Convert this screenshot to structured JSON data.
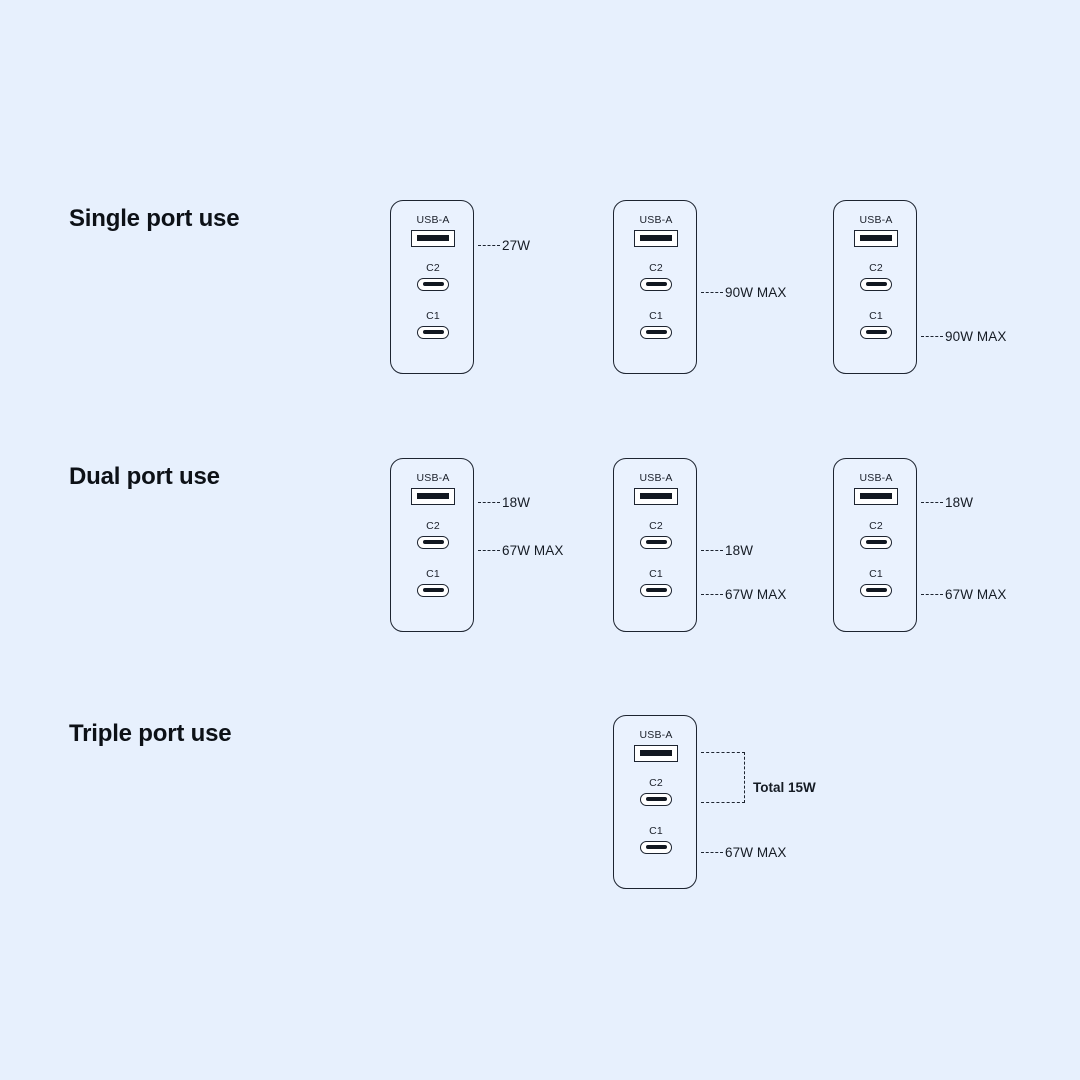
{
  "page": {
    "background_color": "#e7f0fd",
    "line_color": "#1d2430",
    "text_color": "#151b24"
  },
  "port_labels": {
    "usba": "USB-A",
    "c2": "C2",
    "c1": "C1"
  },
  "sections": [
    {
      "id": "single-port-use",
      "title": "Single port use",
      "units": [
        {
          "id": "single-usba",
          "callouts": {
            "usba": "27W",
            "c2": "",
            "c1": ""
          }
        },
        {
          "id": "single-c2",
          "callouts": {
            "usba": "",
            "c2": "90W MAX",
            "c1": ""
          }
        },
        {
          "id": "single-c1",
          "callouts": {
            "usba": "",
            "c2": "",
            "c1": "90W MAX"
          }
        }
      ]
    },
    {
      "id": "dual-port-use",
      "title": "Dual port use",
      "units": [
        {
          "id": "dual-usba-c2",
          "callouts": {
            "usba": "18W",
            "c2": "67W MAX",
            "c1": ""
          }
        },
        {
          "id": "dual-c2-c1",
          "callouts": {
            "usba": "",
            "c2": "18W",
            "c1": "67W MAX"
          }
        },
        {
          "id": "dual-usba-c1",
          "callouts": {
            "usba": "18W",
            "c2": "",
            "c1": "67W MAX"
          }
        }
      ]
    },
    {
      "id": "triple-port-use",
      "title": "Triple port use",
      "units": [
        {
          "id": "triple-all",
          "callouts": {
            "usba": "",
            "c2": "",
            "c1": "67W MAX"
          },
          "group_label": "Total 15W"
        }
      ]
    }
  ]
}
